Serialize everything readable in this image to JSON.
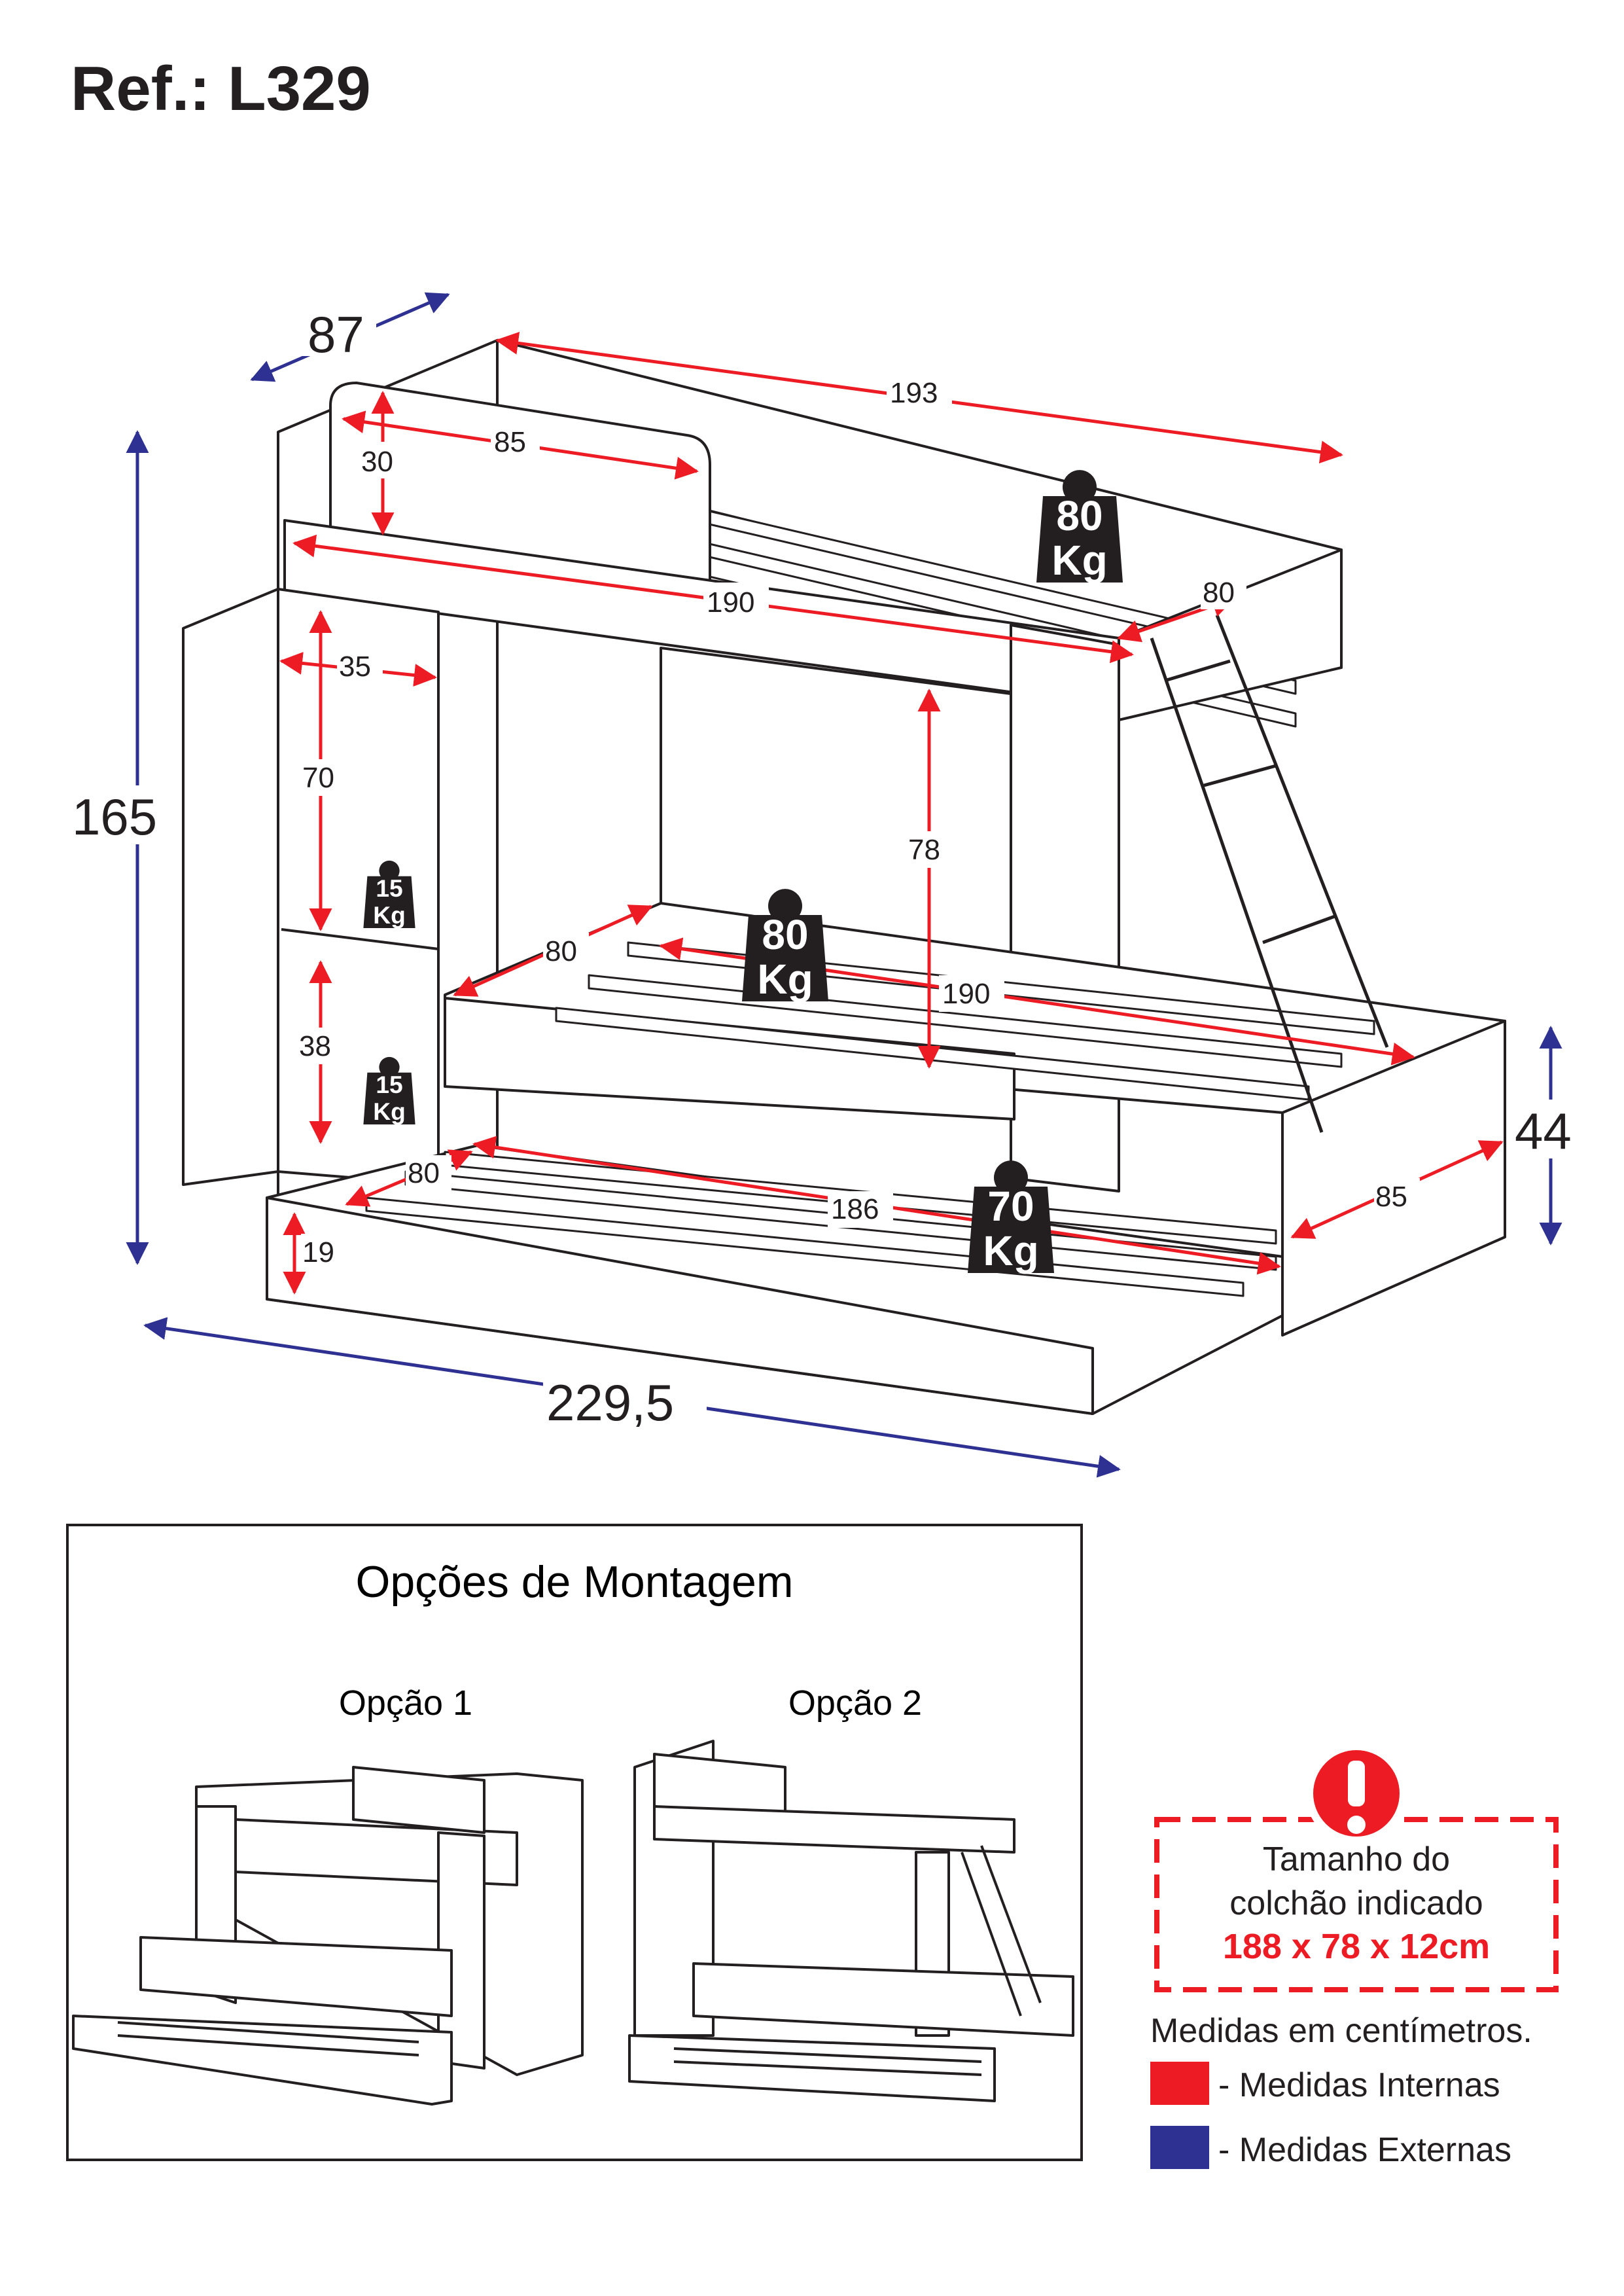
{
  "reference": "Ref.: L329",
  "external_dimensions": {
    "depth": "87",
    "height": "165",
    "length": "229,5",
    "trundle_height": "44"
  },
  "internal_dimensions": {
    "top_length": "193",
    "headboard_width": "85",
    "headboard_height": "30",
    "top_bed_length": "190",
    "top_bed_width": "80",
    "shelf_width": "35",
    "upper_shelf_height": "70",
    "lower_shelf_height": "38",
    "under_top_clearance": "78",
    "lower_bed_width": "80",
    "lower_bed_length": "190",
    "trundle_width": "80",
    "trundle_length": "186",
    "trundle_side_height": "19",
    "side_module_depth": "85"
  },
  "weights": {
    "top_bed": {
      "value": "80",
      "unit": "Kg"
    },
    "lower_bed": {
      "value": "80",
      "unit": "Kg"
    },
    "trundle": {
      "value": "70",
      "unit": "Kg"
    },
    "upper_shelf": {
      "value": "15",
      "unit": "Kg"
    },
    "lower_shelf": {
      "value": "15",
      "unit": "Kg"
    }
  },
  "assembly": {
    "title": "Opções de Montagem",
    "option1": "Opção 1",
    "option2": "Opção 2"
  },
  "notice": {
    "line1": "Tamanho do",
    "line2": "colchão indicado",
    "size": "188 x 78 x 12cm"
  },
  "legend": {
    "units": "Medidas em centímetros.",
    "internal": "- Medidas Internas",
    "external": "- Medidas Externas"
  },
  "colors": {
    "internal": "#ed1c24",
    "external": "#2e3192",
    "line": "#231f20",
    "weight_badge": "#231f20"
  }
}
